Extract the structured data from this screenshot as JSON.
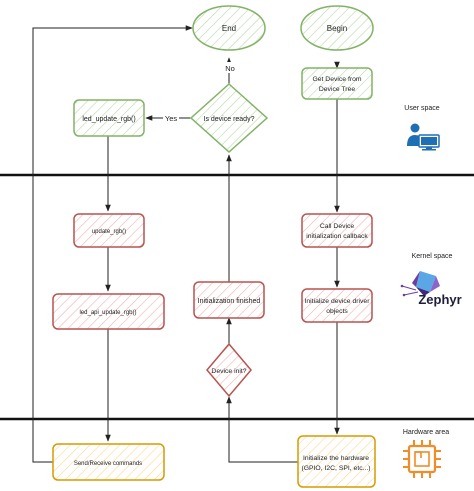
{
  "nodes": {
    "end": "End",
    "begin": "Begin",
    "get_device": [
      "Get Device from",
      "Device Tree"
    ],
    "is_device_ready": "Is device ready?",
    "led_update_rgb": "led_update_rgb()",
    "update_rgb": "update_rgb()",
    "led_api_update_rgb": "led_api_update_rgb()",
    "init_finished": "Initialization finished",
    "device_init": "Device init?",
    "call_device_init": [
      "Call Device",
      "initialization callback"
    ],
    "init_device_driver": [
      "Initialize device driver",
      "objects"
    ],
    "init_hardware": [
      "Initialize the hardware",
      "(GPIO, I2C, SPI, etc...)"
    ],
    "send_receive": "Send/Receive commands"
  },
  "edges": {
    "no": "No",
    "yes": "Yes"
  },
  "layers": {
    "user_space": "User space",
    "kernel_space": "Kernel space",
    "hardware_area": "Hardware area",
    "zephyr_logo_text": "Zephyr"
  },
  "colors": {
    "green_stroke": "#82b366",
    "green_fill": "#d5e8d4",
    "red_stroke": "#b85450",
    "red_fill": "#f8cecc",
    "orange_stroke": "#d79b00",
    "orange_fill": "#ffe6cc",
    "line": "#222222",
    "icon_blue": "#1f6fb5",
    "hw_orange": "#f28c28",
    "zephyr_purple": "#6b3fa0"
  },
  "icons": [
    "user-computer-icon",
    "zephyr-logo",
    "chip-icon"
  ]
}
